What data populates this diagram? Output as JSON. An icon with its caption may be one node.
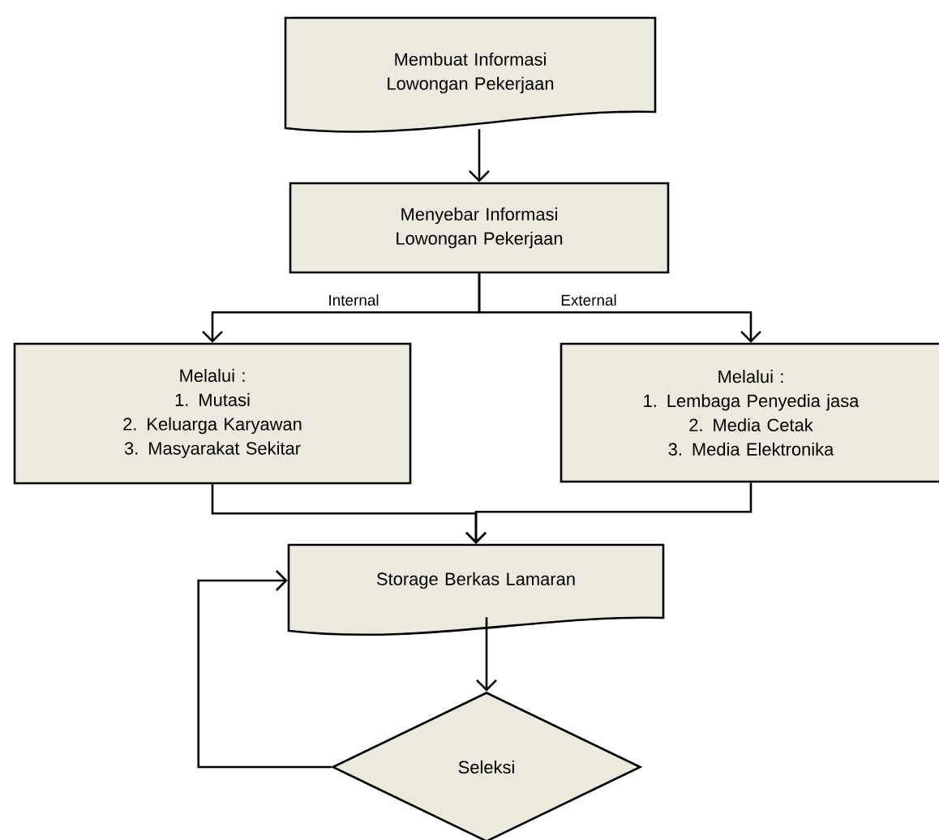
{
  "diagram": {
    "nodes": [
      {
        "text": [
          "Membuat Informasi Lowongan Pekerjaan"
        ]
      },
      {
        "text": [
          "Menyebar Informasi Lowongan Pekerjaan"
        ]
      },
      {
        "text": [
          "Melalui :",
          "1. Mutasi",
          "2. Keluarga Karyawan",
          "3. Masyarakat Sekitar"
        ]
      },
      {
        "text": [
          "Melalui :",
          "1. Lembaga Penyedia jasa",
          "2. Media Cetak",
          "3. Media Elektronika"
        ]
      },
      {
        "text": [
          "Storage Berkas Lamaran"
        ]
      },
      {
        "text": [
          "Seleksi"
        ]
      }
    ],
    "edges": [
      {
        "from": 0,
        "to": 1,
        "arrow": "to"
      },
      {
        "from": 1,
        "to": 2,
        "arrow": "to",
        "label": "Internal"
      },
      {
        "from": 1,
        "to": 3,
        "arrow": "to",
        "label": "External"
      },
      {
        "from": 2,
        "to": 4,
        "arrow": "to"
      },
      {
        "from": 3,
        "to": 4,
        "arrow": "to"
      },
      {
        "from": 4,
        "to": 5,
        "arrow": "to"
      },
      {
        "from": 5,
        "to": 4,
        "arrow": "to"
      }
    ]
  }
}
